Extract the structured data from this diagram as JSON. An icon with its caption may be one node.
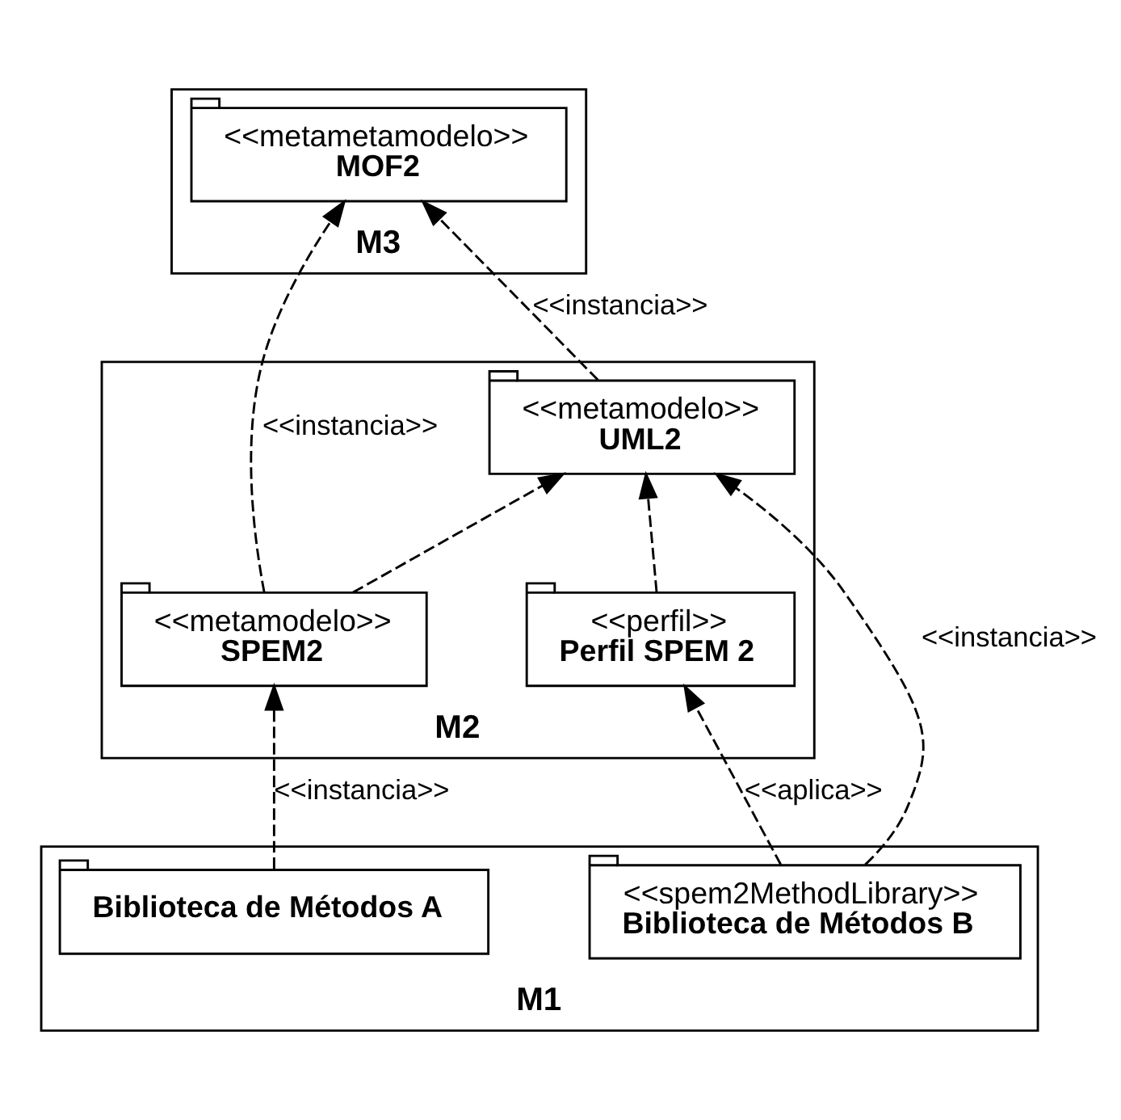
{
  "diagram": {
    "nodes": [
      {
        "text": [
          "M3"
        ]
      },
      {
        "text": [
          "<<metametamodelo>>",
          "MOF2"
        ],
        "in": 0
      },
      {
        "text": [
          "M2"
        ]
      },
      {
        "text": [
          "<<metamodelo>>",
          "SPEM2"
        ],
        "in": 2
      },
      {
        "text": [
          "<<metamodelo>>",
          "UML2"
        ],
        "in": 2
      },
      {
        "text": [
          "<<perfil>>",
          "Perfil SPEM 2"
        ],
        "in": 2
      },
      {
        "text": [
          "M1"
        ]
      },
      {
        "text": [
          "Biblioteca de Métodos A"
        ],
        "in": 6
      },
      {
        "text": [
          "<<spem2MethodLibrary>>",
          "Biblioteca de Métodos B"
        ],
        "in": 6
      }
    ],
    "edges": [
      {
        "from": 3,
        "to": 1,
        "arrow": "to",
        "label": "<<instancia>>",
        "style": "dashed"
      },
      {
        "from": 4,
        "to": 1,
        "arrow": "to",
        "label": "<<instancia>>",
        "style": "dashed"
      },
      {
        "from": 3,
        "to": 4,
        "arrow": "to",
        "style": "dashed"
      },
      {
        "from": 5,
        "to": 4,
        "arrow": "to",
        "style": "dashed"
      },
      {
        "from": 7,
        "to": 3,
        "arrow": "to",
        "label": "<<instancia>>",
        "style": "dashed"
      },
      {
        "from": 8,
        "to": 5,
        "arrow": "to",
        "label": "<<aplica>>",
        "style": "dashed"
      },
      {
        "from": 8,
        "to": 4,
        "arrow": "to",
        "label": "<<instancia>>",
        "style": "dashed"
      }
    ]
  }
}
